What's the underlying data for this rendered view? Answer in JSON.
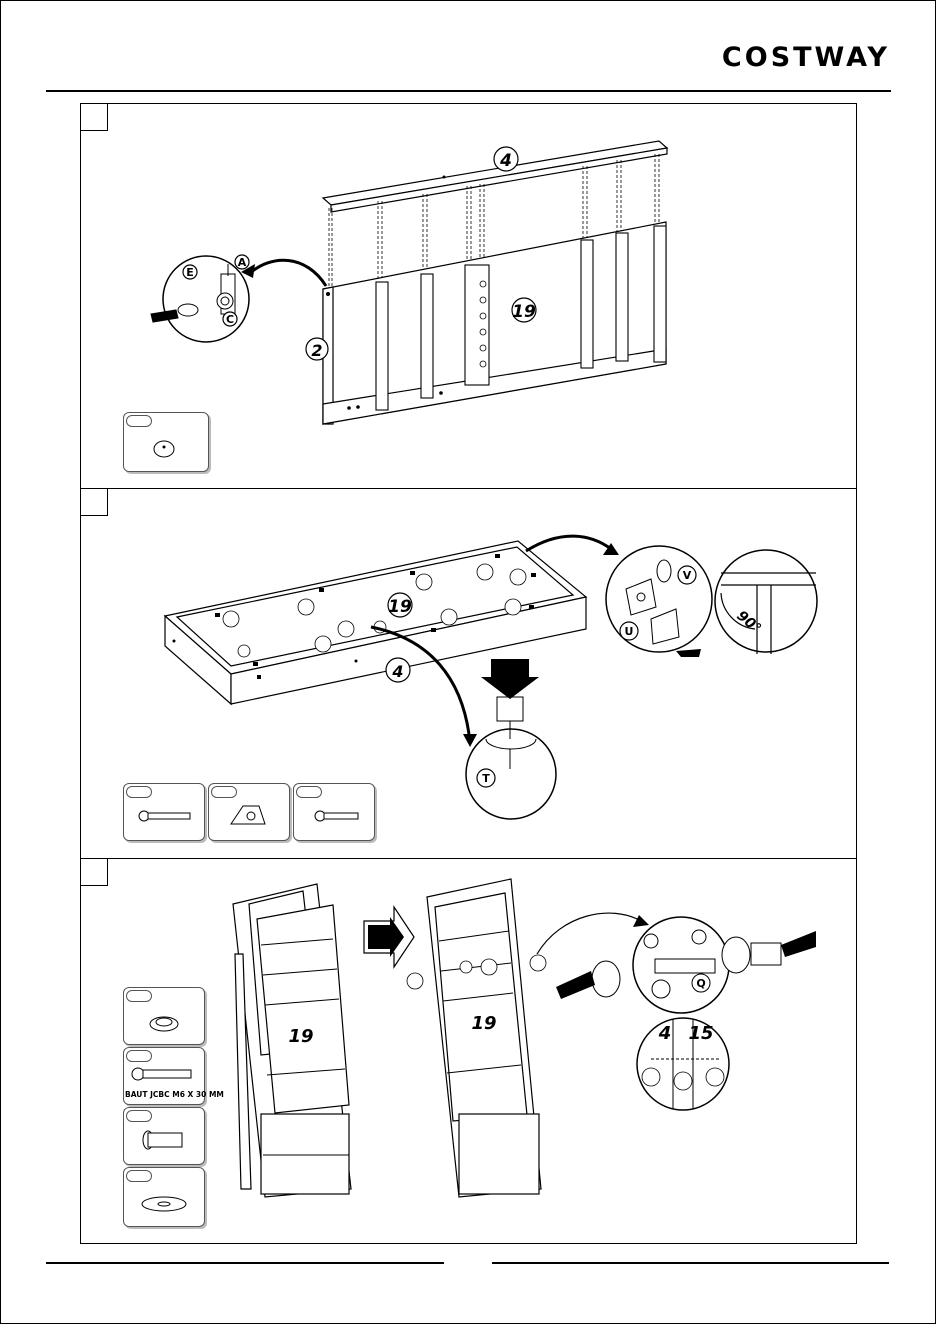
{
  "header": {
    "brand": "COSTWAY"
  },
  "steps": [
    {
      "id": "step-1",
      "labels": {
        "top_board": "4",
        "side": "2",
        "back": "19",
        "detail_a": "A",
        "detail_c": "C",
        "detail_e": "E"
      }
    },
    {
      "id": "step-2",
      "labels": {
        "back": "19",
        "bottom": "4",
        "detail_v": "V",
        "detail_u": "U",
        "detail_t": "T",
        "angle": "90°"
      }
    },
    {
      "id": "step-3",
      "labels": {
        "back_before": "19",
        "back_after": "19",
        "detail_q": "Q",
        "detail_4": "4",
        "detail_15": "15",
        "bolt_caption": "BAUT JCBC M6 X 30 MM"
      }
    }
  ]
}
